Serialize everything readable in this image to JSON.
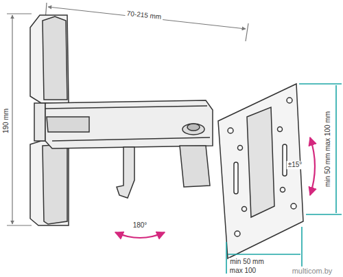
{
  "diagram": {
    "labels": [
      "70-215 mm",
      "190 mm",
      "±15°",
      "min 50 mm max 100 mm",
      "180°",
      "min 50 mm",
      "max 100",
      "multicom.by"
    ]
  }
}
